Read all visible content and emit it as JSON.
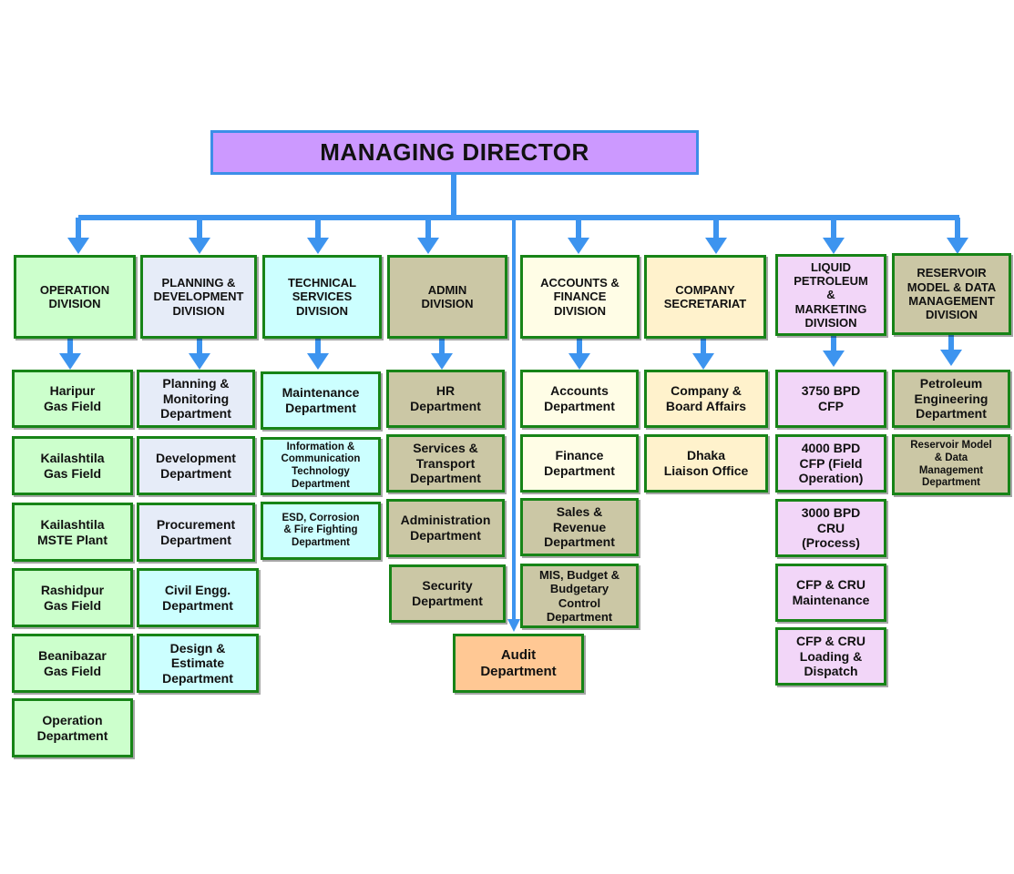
{
  "top": {
    "title": "MANAGING DIRECTOR"
  },
  "audit": {
    "label": "Audit\nDepartment"
  },
  "divisions": [
    {
      "label": "OPERATION\nDIVISION",
      "departments": [
        "Haripur\nGas Field",
        "Kailashtila\nGas Field",
        "Kailashtila\nMSTE Plant",
        "Rashidpur\nGas Field",
        "Beanibazar\nGas Field",
        "Operation\nDepartment"
      ]
    },
    {
      "label": "PLANNING &\nDEVELOPMENT\nDIVISION",
      "departments": [
        "Planning &\nMonitoring\nDepartment",
        "Development\nDepartment",
        "Procurement\nDepartment",
        "Civil Engg.\nDepartment",
        "Design &\nEstimate\nDepartment"
      ]
    },
    {
      "label": "TECHNICAL\nSERVICES\nDIVISION",
      "departments": [
        "Maintenance\nDepartment",
        "Information  &\nCommunication\nTechnology\nDepartment",
        "ESD,  Corrosion\n& Fire  Fighting\nDepartment"
      ]
    },
    {
      "label": "ADMIN\nDIVISION",
      "departments": [
        "HR\nDepartment",
        "Services &\nTransport\nDepartment",
        "Administration\nDepartment",
        "Security\nDepartment"
      ]
    },
    {
      "label": "ACCOUNTS &\nFINANCE\nDIVISION",
      "departments": [
        "Accounts\nDepartment",
        "Finance\nDepartment",
        "Sales &\nRevenue\nDepartment",
        "MIS, Budget &\nBudgetary\nControl\nDepartment"
      ]
    },
    {
      "label": "COMPANY\nSECRETARIAT",
      "departments": [
        "Company &\nBoard Affairs",
        "Dhaka\nLiaison Office"
      ]
    },
    {
      "label": "LIQUID\nPETROLEUM\n&\nMARKETING\nDIVISION",
      "departments": [
        "3750 BPD\nCFP",
        "4000  BPD\nCFP (Field\nOperation)",
        "3000  BPD\nCRU\n(Process)",
        "CFP & CRU\nMaintenance",
        "CFP & CRU\nLoading &\nDispatch"
      ]
    },
    {
      "label": "RESERVOIR\nMODEL & DATA\nMANAGEMENT\nDIVISION",
      "departments": [
        "Petroleum\nEngineering\nDepartment",
        "Reservoir Model\n& Data\nManagement\nDepartment"
      ]
    }
  ],
  "colors": {
    "connector": "#3d94ef",
    "border": "#178417",
    "managing_director_fill": "#cc99ff",
    "operation": "#ccffcc",
    "planning": "#e6ecf8",
    "technical": "#ccffff",
    "admin": "#cbc7a5",
    "accounts": "#fffde6",
    "secretariat": "#fff2cc",
    "liquid_petroleum": "#f2d6f8",
    "audit": "#ffc894"
  }
}
